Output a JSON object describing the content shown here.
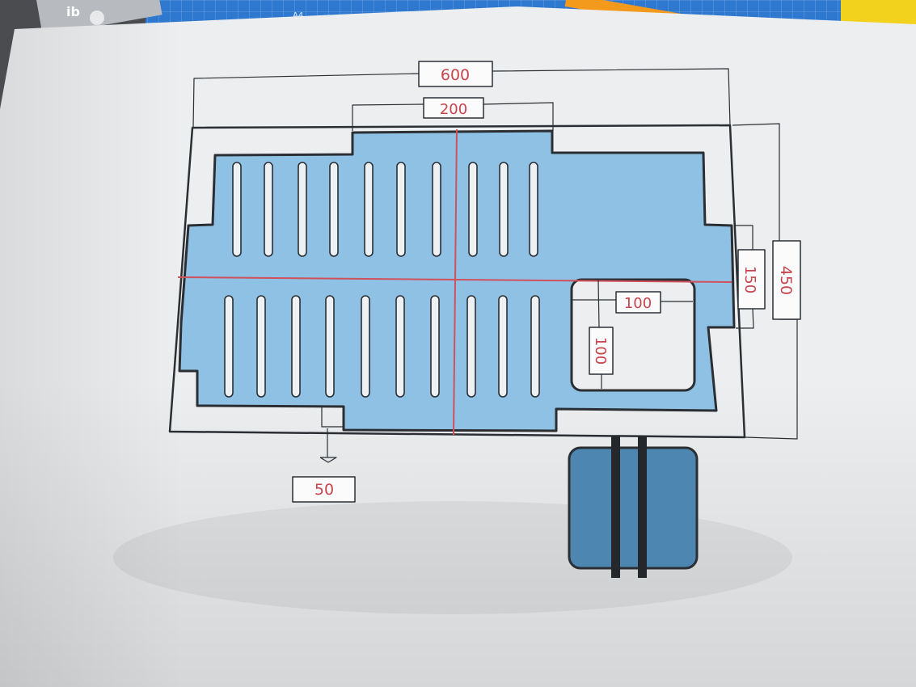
{
  "colors": {
    "sheet": "#eceeef",
    "tray": "#8ec1e3",
    "tray_outline": "#2b2f33",
    "reservoir": "#4d86b0",
    "axis": "#d0505b",
    "dim_text": "#c8444e",
    "cutting_mat": "#2f78d0"
  },
  "background": {
    "mat_label": "A4",
    "ruler_label": "ib"
  },
  "dimensions": {
    "overall_width": "600",
    "top_tab_width": "200",
    "right_step": "150",
    "overall_height": "450",
    "inner_width": "100",
    "inner_height": "100",
    "bottom_offset": "50"
  },
  "slots": {
    "top_row_count": 10,
    "bottom_row_count": 10
  }
}
